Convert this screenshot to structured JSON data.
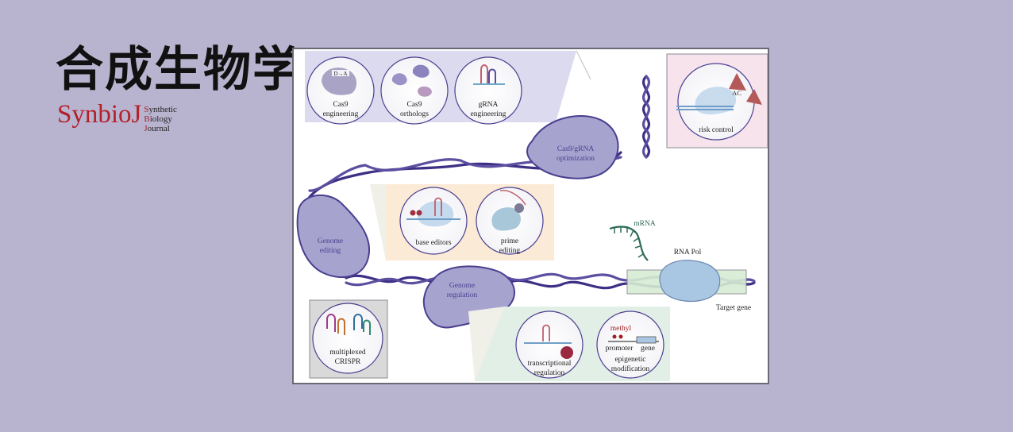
{
  "logo": {
    "title_cn": "合成生物学",
    "title_en": "SynbioJ",
    "sub_lines": [
      {
        "initial": "S",
        "rest": "ynthetic"
      },
      {
        "initial": "B",
        "rest": "iology"
      },
      {
        "initial": "J",
        "rest": "ournal"
      }
    ]
  },
  "diagram": {
    "top_panel": {
      "cas9_engineering": [
        "Cas9",
        "engineering"
      ],
      "cas9_orthologs": [
        "Cas9",
        "orthologs"
      ],
      "grna_engineering": [
        "gRNA",
        "engineering"
      ],
      "mutation_label": "D→A"
    },
    "risk_control": {
      "label": "risk control",
      "ac_label": "AC"
    },
    "cas9_grna_blob": [
      "Cas9/gRNA",
      "optimization"
    ],
    "genome_editing_blob": [
      "Genome",
      "editing"
    ],
    "editing_panel": {
      "base_editors": "base editors",
      "prime_editing": [
        "prime",
        "editing"
      ]
    },
    "transcription": {
      "mrna": "mRNA",
      "rna_pol": "RNA Pol",
      "target_gene": "Target gene"
    },
    "genome_regulation_blob": [
      "Genome",
      "regulation"
    ],
    "multiplexed": [
      "multiplexed",
      "CRISPR"
    ],
    "regulation_panel": {
      "transcriptional": [
        "transcriptional",
        "regulation"
      ],
      "methyl": "methyl",
      "promoter": "promoter",
      "gene": "gene",
      "epigenetic": [
        "epigenetic",
        "modification"
      ]
    },
    "colors": {
      "dna": "#3e2f86",
      "blob_fill": "#a7a3cf",
      "blob_stroke": "#4a3f8f",
      "panel_lavender": "#dcdaee",
      "panel_peach": "#fbead6",
      "panel_pink": "#f7e3ec",
      "panel_mint": "#e2efe6",
      "panel_gray": "#d9d9d9"
    }
  }
}
